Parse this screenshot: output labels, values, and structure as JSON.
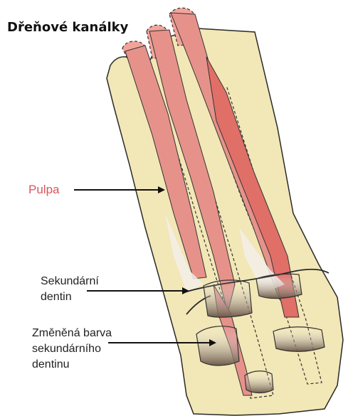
{
  "title": "Dřeňové kanálky",
  "colors": {
    "tooth": "#f2e7b6",
    "pulp": "#e6928a",
    "pulp_label": "#d9565a",
    "outline": "#222222",
    "secondary_dentin": "#8a7868"
  },
  "labels": {
    "pulpa": "Pulpa",
    "sekundarni_dentin": [
      "Sekundární",
      "dentin"
    ],
    "zmenena_barva": [
      "Změněná barva",
      "sekundárního",
      "dentinu"
    ]
  }
}
